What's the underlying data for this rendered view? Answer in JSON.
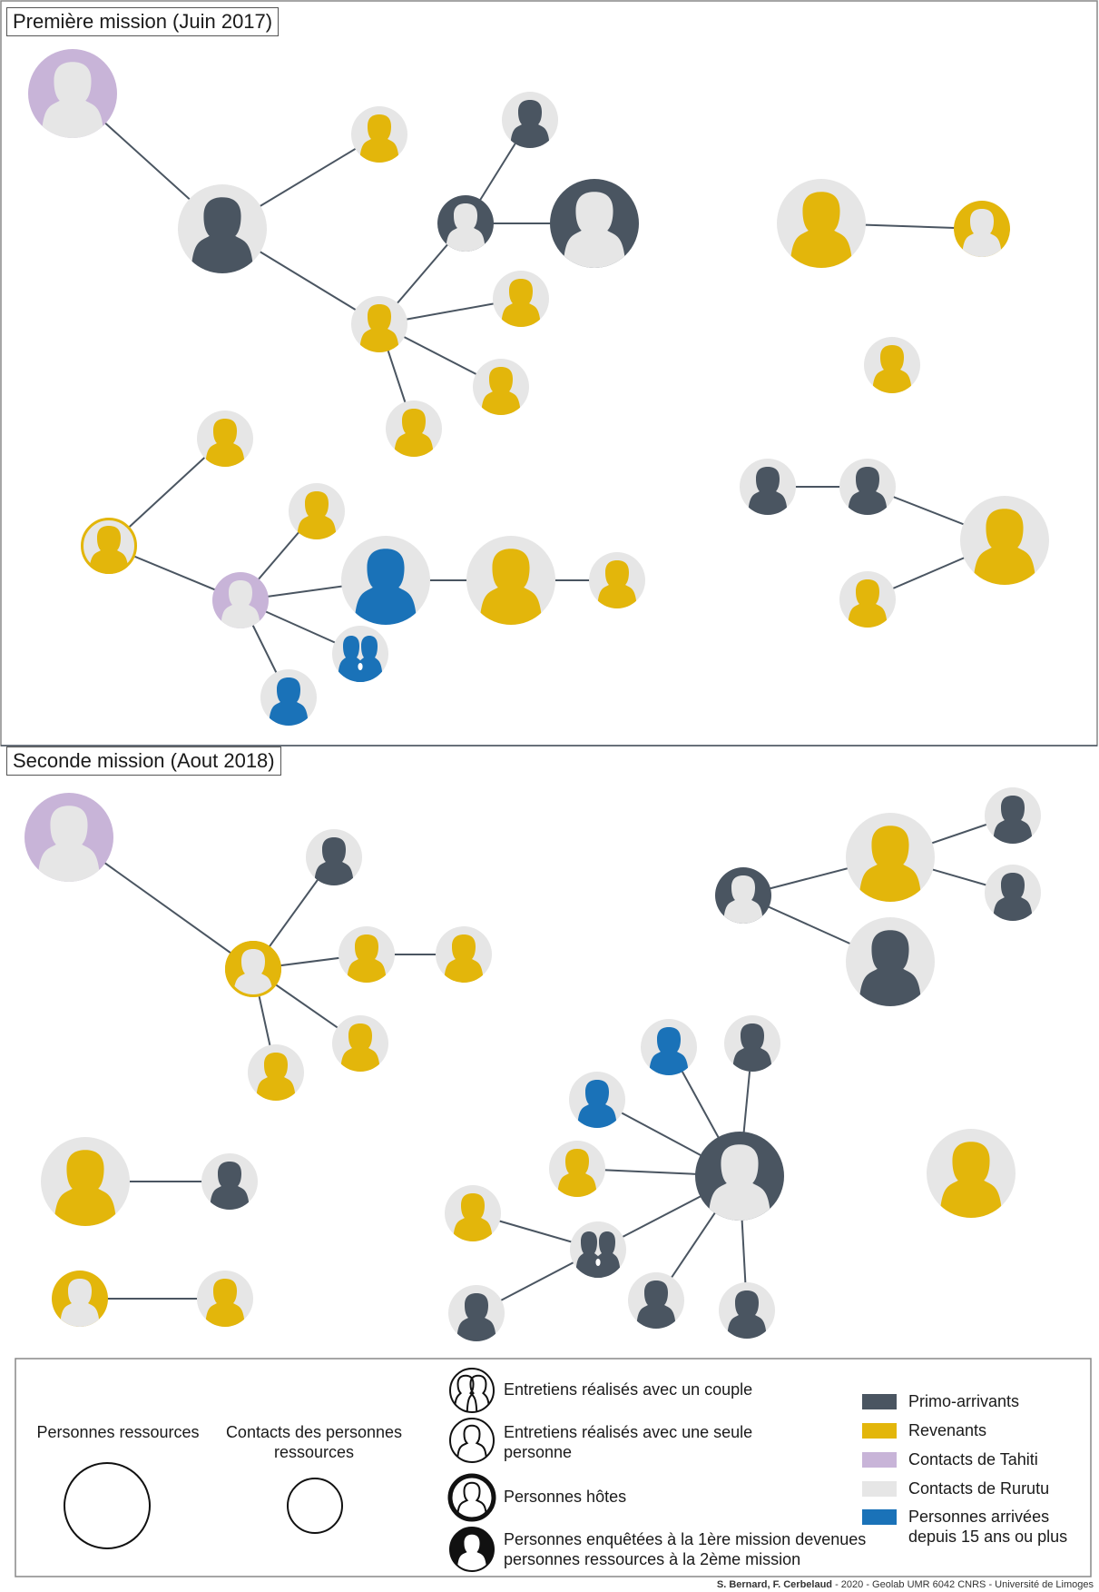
{
  "colors": {
    "primo": "#4a5561",
    "revenant": "#e3b60b",
    "tahiti": "#c8b4d8",
    "rurutu": "#e6e6e6",
    "arrivee": "#1a72b8",
    "line": "#4a5561"
  },
  "panels": [
    {
      "title": "Première mission (Juin 2017)"
    },
    {
      "title": "Seconde mission (Aout 2018)"
    }
  ],
  "legend": {
    "ressources_label": "Personnes ressources",
    "contacts_label": "Contacts des personnes ressources",
    "couple_label": "Entretiens réalisés avec un couple",
    "single_label": "Entretiens réalisés avec une seule personne",
    "hote_label": "Personnes hôtes",
    "enquetees_label": "Personnes enquêtées à la 1ère mission devenues personnes ressources à la 2ème mission",
    "categories": [
      {
        "label": "Primo-arrivants",
        "color": "#4a5561"
      },
      {
        "label": "Revenants",
        "color": "#e3b60b"
      },
      {
        "label": "Contacts de Tahiti",
        "color": "#c8b4d8"
      },
      {
        "label": "Contacts de Rurutu",
        "color": "#e6e6e6"
      },
      {
        "label": "Personnes arrivées depuis 15 ans ou plus",
        "color": "#1a72b8"
      }
    ]
  },
  "credit": {
    "authors": "S. Bernard, F. Cerbelaud",
    "rest": " - 2020 - Geolab UMR 6042 CNRS - Université de Limoges"
  }
}
